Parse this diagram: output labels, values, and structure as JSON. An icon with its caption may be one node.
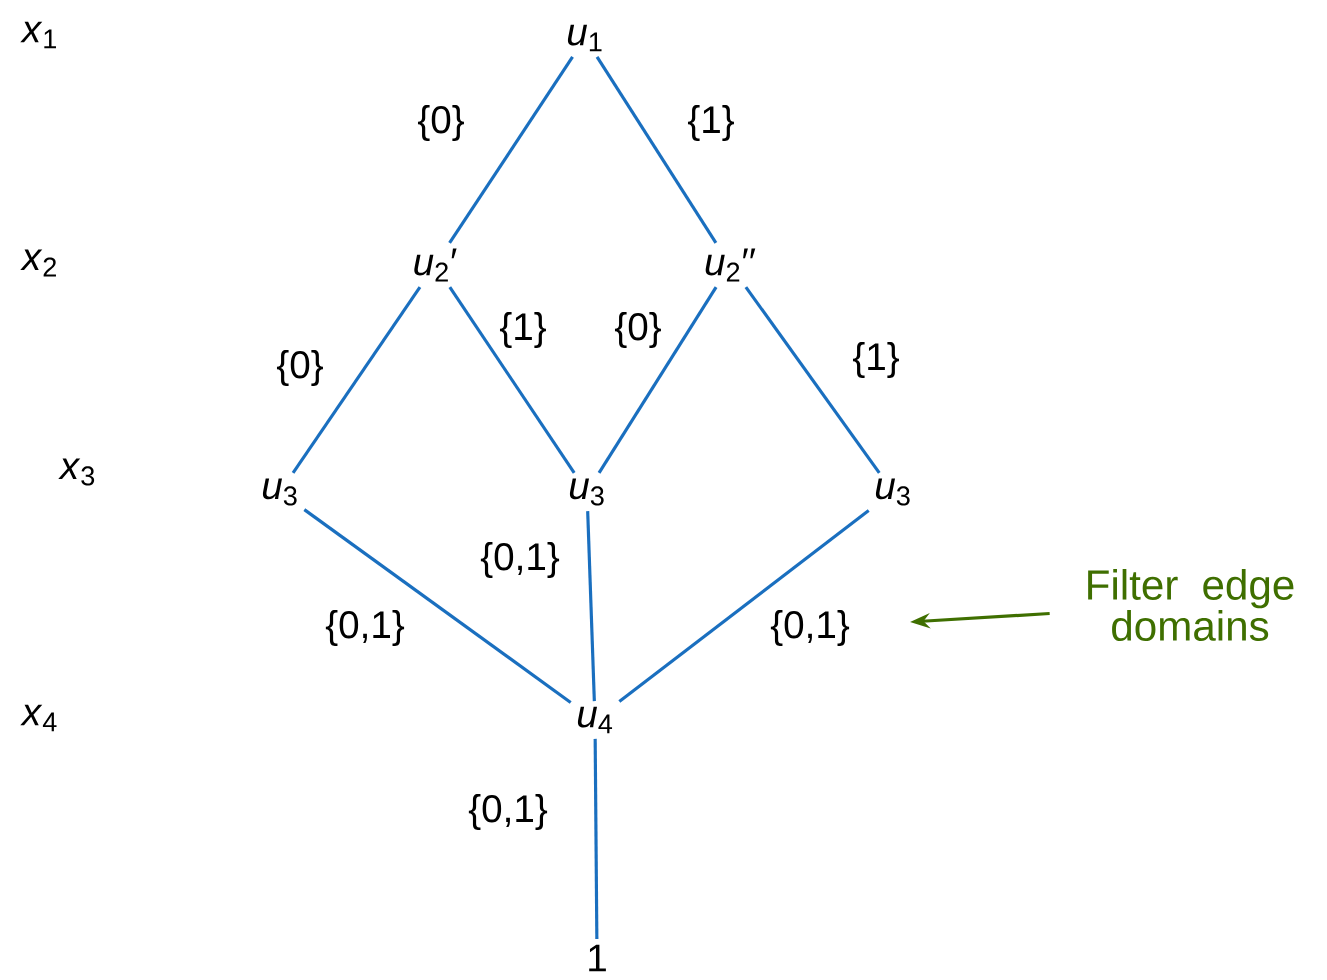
{
  "diagram": {
    "nodes": [
      {
        "text": [
          "*u*$_{1}$"
        ]
      },
      {
        "text": [
          "*u*$_{2}$′"
        ]
      },
      {
        "text": [
          "*u*$_{2}$′′"
        ]
      },
      {
        "text": [
          "*u*$_{3}$"
        ]
      },
      {
        "text": [
          "*u*$_{3}$"
        ]
      },
      {
        "text": [
          "*u*$_{3}$"
        ]
      },
      {
        "text": [
          "*u*$_{4}$"
        ]
      },
      {
        "text": [
          "1"
        ]
      },
      {
        "text": [
          "Filter edge domains"
        ]
      }
    ],
    "edges": [
      {
        "from": 0,
        "to": 1,
        "arrow": "none",
        "label": "{0}"
      },
      {
        "from": 0,
        "to": 2,
        "arrow": "none",
        "label": "{1}"
      },
      {
        "from": 1,
        "to": 3,
        "arrow": "none",
        "label": "{0}"
      },
      {
        "from": 1,
        "to": 4,
        "arrow": "none",
        "label": "{1}"
      },
      {
        "from": 2,
        "to": 4,
        "arrow": "none",
        "label": "{0}"
      },
      {
        "from": 2,
        "to": 5,
        "arrow": "none",
        "label": "{1}"
      },
      {
        "from": 3,
        "to": 6,
        "arrow": "none",
        "label": "{0,1}"
      },
      {
        "from": 4,
        "to": 6,
        "arrow": "none",
        "label": "{0,1}"
      },
      {
        "from": 5,
        "to": 6,
        "arrow": "none",
        "label": "{0,1}"
      },
      {
        "from": 6,
        "to": 7,
        "arrow": "none",
        "label": "{0,1}"
      },
      {
        "from": 8,
        "to": null,
        "arrow": "to",
        "color": "#3f6f00"
      }
    ],
    "labels": [
      "*x*$_{1}$",
      "*x*$_{2}$",
      "*x*$_{3}$",
      "*x*$_{4}$"
    ]
  }
}
